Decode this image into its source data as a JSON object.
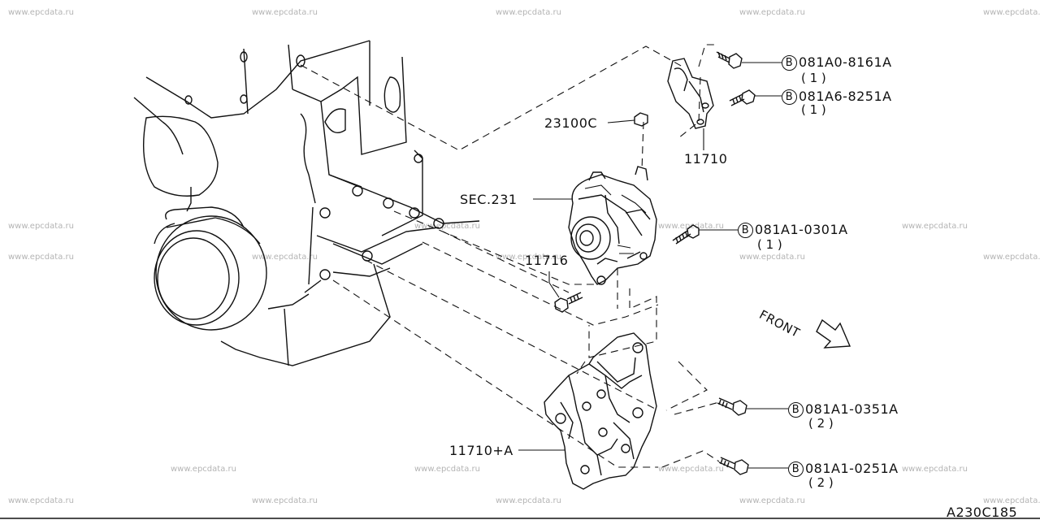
{
  "watermark": "www.epcdata.ru",
  "drawing_code": "A230C185",
  "front_label": "FRONT",
  "parts": {
    "bracket_upper": "11710",
    "bracket_lower": "11710+A",
    "nut": "23100C",
    "alternator": "SEC.231",
    "bolt_small": "11716"
  },
  "bolts": [
    {
      "badge": "B",
      "code": "081A0-8161A",
      "qty": "( 1 )"
    },
    {
      "badge": "B",
      "code": "081A6-8251A",
      "qty": "( 1 )"
    },
    {
      "badge": "B",
      "code": "081A1-0301A",
      "qty": "( 1 )"
    },
    {
      "badge": "B",
      "code": "081A1-0351A",
      "qty": "( 2 )"
    },
    {
      "badge": "B",
      "code": "081A1-0251A",
      "qty": "( 2 )"
    }
  ]
}
